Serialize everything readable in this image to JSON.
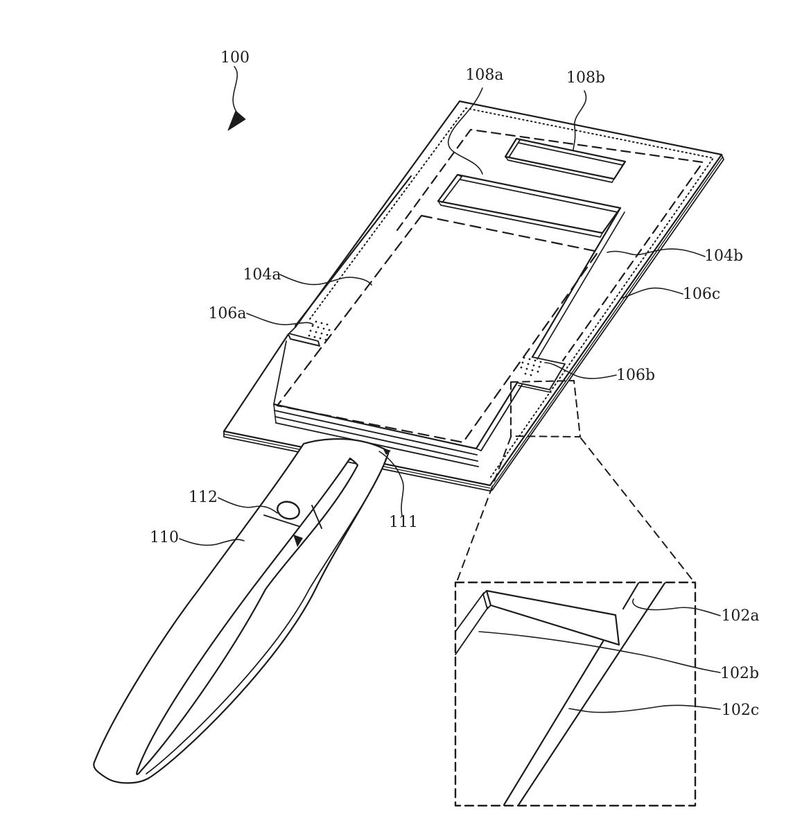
{
  "page": {
    "background": "#ffffff",
    "ink": "#1c1c1c"
  },
  "figure": {
    "kind": "patent-line-drawing",
    "description_visible_elements": "isometric tag body with two slots, dashed layer outlines, strap loop with button, magnified detail inset",
    "reference_labels": {
      "n100": "100",
      "n102a": "102a",
      "n102b": "102b",
      "n102c": "102c",
      "n104a": "104a",
      "n104b": "104b",
      "n106a": "106a",
      "n106b": "106b",
      "n106c": "106c",
      "n108a": "108a",
      "n108b": "108b",
      "n110": "110",
      "n111": "111",
      "n112": "112"
    }
  }
}
